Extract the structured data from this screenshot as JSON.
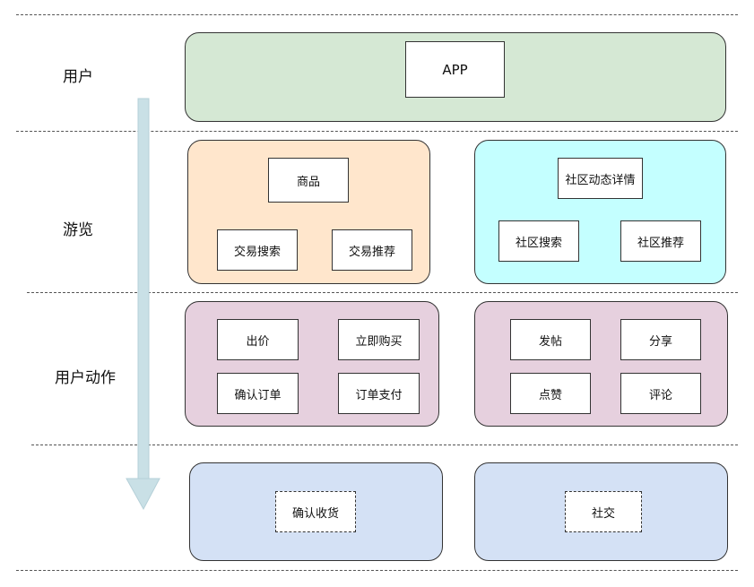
{
  "rows": {
    "user": "用户",
    "browse": "游览",
    "action": "用户动作",
    "result": ""
  },
  "app": {
    "label": "APP",
    "color": "#d5e8d4"
  },
  "trade_browse": {
    "color": "#ffe6cc",
    "product": "商品",
    "search": "交易搜索",
    "recommend": "交易推荐"
  },
  "community_browse": {
    "color": "#c4ffff",
    "detail": "社区动态详情",
    "search": "社区搜索",
    "recommend": "社区推荐"
  },
  "trade_action": {
    "color": "#e6d0de",
    "bid": "出价",
    "buy_now": "立即购买",
    "confirm_order": "确认订单",
    "pay_order": "订单支付"
  },
  "community_action": {
    "color": "#e6d0de",
    "post": "发帖",
    "share": "分享",
    "like": "点赞",
    "comment": "评论"
  },
  "trade_result": {
    "color": "#d4e1f5",
    "label": "确认收货"
  },
  "community_result": {
    "color": "#d4e1f5",
    "label": "社交"
  },
  "flow_arrow": {
    "color": "#c9e0e6",
    "direction": "down"
  }
}
